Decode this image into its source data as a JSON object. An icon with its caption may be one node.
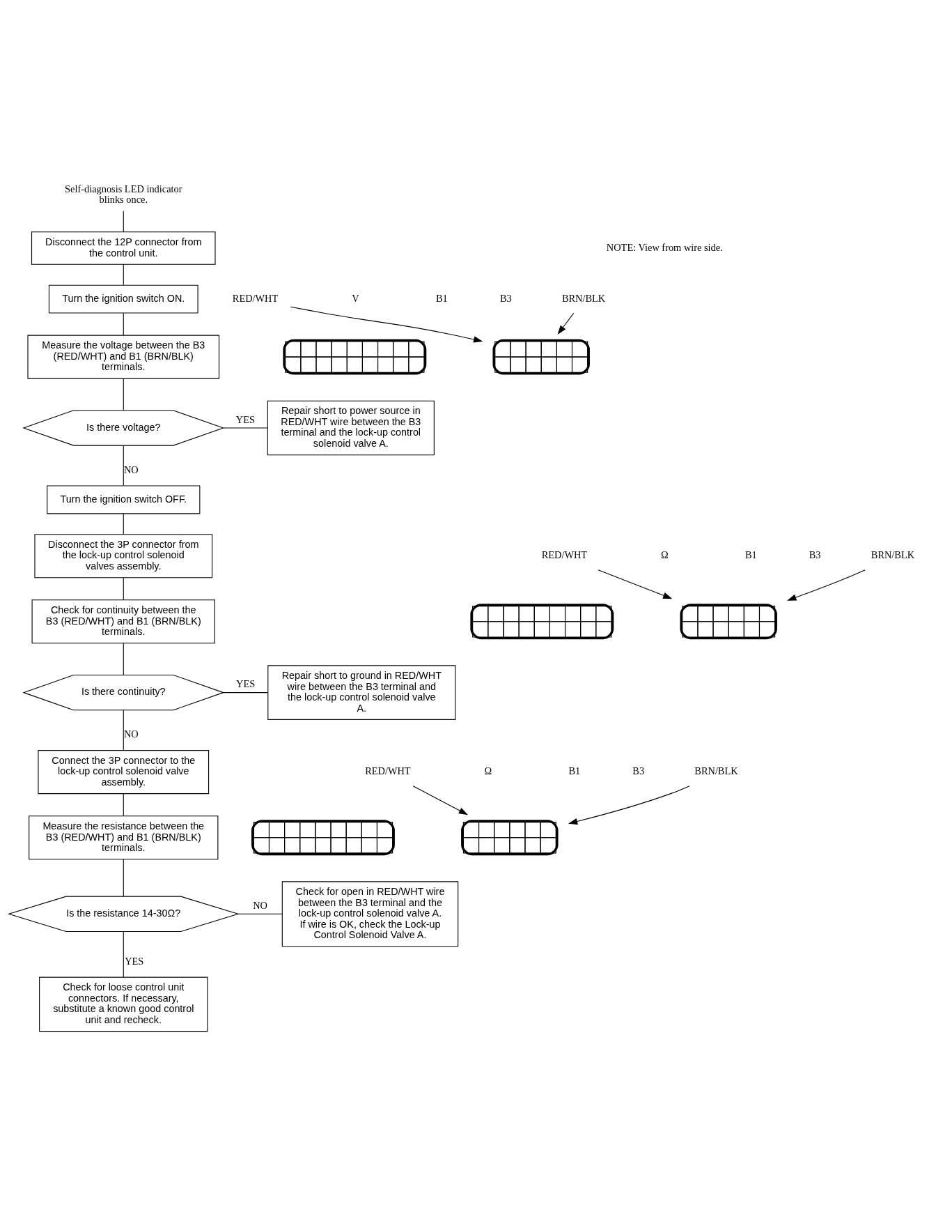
{
  "diagram": {
    "nodes": [
      {
        "text": [
          "Self-diagnosis LED indicator blinks once."
        ]
      },
      {
        "text": [
          "Disconnect the 12P connector from the control unit."
        ]
      },
      {
        "text": [
          "Turn the ignition switch ON."
        ]
      },
      {
        "text": [
          "Measure the voltage between the B3 (RED/WHT) and B1 (BRN/BLK) terminals."
        ]
      },
      {
        "text": [
          "Is there voltage?"
        ]
      },
      {
        "text": [
          "Repair short to power source in RED/WHT wire between the B3 terminal and the lock-up control solenoid valve A."
        ]
      },
      {
        "text": [
          "Turn the ignition switch OFF."
        ]
      },
      {
        "text": [
          "Disconnect the 3P connector from the lock-up control solenoid valves assembly."
        ]
      },
      {
        "text": [
          "Check for continuity between the B3 (RED/WHT) and B1 (BRN/BLK) terminals."
        ]
      },
      {
        "text": [
          "Is there continuity?"
        ]
      },
      {
        "text": [
          "Repair short to ground in RED/WHT wire between the B3 terminal and the lock-up control solenoid valve A."
        ]
      },
      {
        "text": [
          "Connect the 3P connector to the lock-up control solenoid valve assembly."
        ]
      },
      {
        "text": [
          "Measure the resistance between the B3 (RED/WHT) and B1 (BRN/BLK) terminals."
        ]
      },
      {
        "text": [
          "Is the resistance 14-30Ω?"
        ]
      },
      {
        "text": [
          "Check for open in RED/WHT wire between the B3 terminal and the lock-up control solenoid valve A. If wire is OK, check the Lock-up Control Solenoid Valve A."
        ]
      },
      {
        "text": [
          "Check for loose control unit connectors. If necessary, substitute a known good control unit and recheck."
        ]
      },
      {
        "text": [
          "RED/WHT"
        ]
      },
      {
        "text": [
          "BRN/BLK"
        ]
      },
      {
        "text": [],
        "shape": "box"
      },
      {
        "text": [],
        "shape": "box"
      },
      {
        "text": [
          "RED/WHT"
        ]
      },
      {
        "text": [
          "BRN/BLK"
        ]
      },
      {
        "text": [],
        "shape": "box"
      },
      {
        "text": [],
        "shape": "box"
      },
      {
        "text": [
          "RED/WHT"
        ]
      },
      {
        "text": [
          "BRN/BLK"
        ]
      },
      {
        "text": [],
        "shape": "box"
      },
      {
        "text": [],
        "shape": "box"
      }
    ],
    "edges": [
      {
        "from": 0,
        "to": 1,
        "arrow": "none"
      },
      {
        "from": 1,
        "to": 2,
        "arrow": "none"
      },
      {
        "from": 2,
        "to": 3,
        "arrow": "none"
      },
      {
        "from": 3,
        "to": 4,
        "arrow": "none"
      },
      {
        "from": 4,
        "to": 5,
        "arrow": "none",
        "label": "YES"
      },
      {
        "from": 4,
        "to": 6,
        "arrow": "none",
        "label": "NO"
      },
      {
        "from": 6,
        "to": 7,
        "arrow": "none"
      },
      {
        "from": 7,
        "to": 8,
        "arrow": "none"
      },
      {
        "from": 8,
        "to": 9,
        "arrow": "none"
      },
      {
        "from": 9,
        "to": 10,
        "arrow": "none",
        "label": "YES"
      },
      {
        "from": 9,
        "to": 11,
        "arrow": "none",
        "label": "NO"
      },
      {
        "from": 11,
        "to": 12,
        "arrow": "none"
      },
      {
        "from": 12,
        "to": 13,
        "arrow": "none"
      },
      {
        "from": 13,
        "to": 14,
        "arrow": "none",
        "label": "NO"
      },
      {
        "from": 13,
        "to": 15,
        "arrow": "none",
        "label": "YES"
      },
      {
        "from": 16,
        "to": 19,
        "arrow": "to"
      },
      {
        "from": 17,
        "to": 19,
        "arrow": "to"
      },
      {
        "from": 20,
        "to": 23,
        "arrow": "to"
      },
      {
        "from": 21,
        "to": 23,
        "arrow": "to"
      },
      {
        "from": 24,
        "to": 27,
        "arrow": "to"
      },
      {
        "from": 25,
        "to": 27,
        "arrow": "to"
      }
    ],
    "labels": [
      "NOTE: View from wire side.",
      "V",
      "B3",
      "B1",
      "Ω",
      "B3",
      "B1",
      "Ω",
      "B3",
      "B1"
    ]
  }
}
